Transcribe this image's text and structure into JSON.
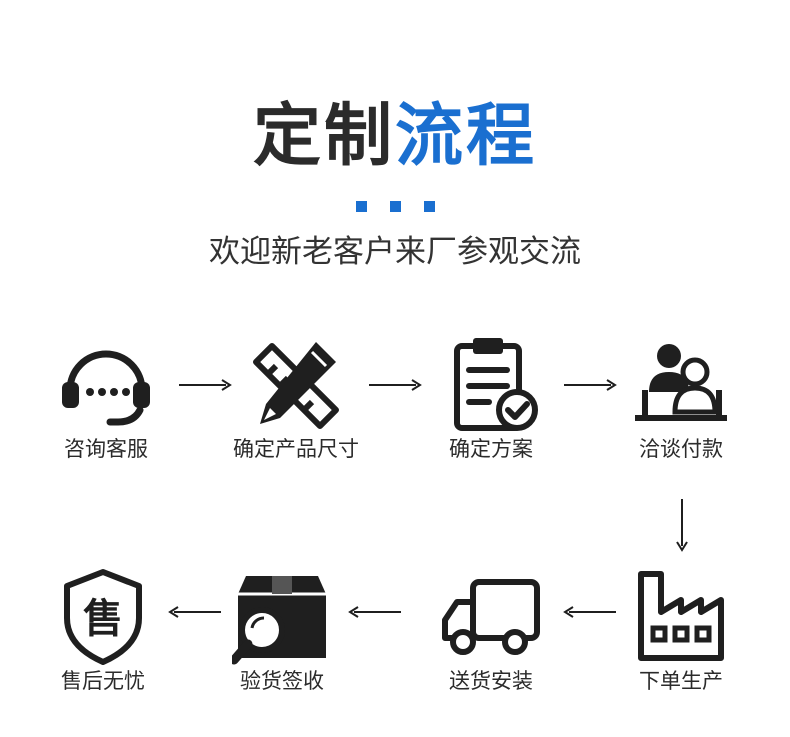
{
  "header": {
    "title_dark": "定制",
    "title_blue": "流程",
    "subtitle": "欢迎新老客户来厂参观交流"
  },
  "colors": {
    "accent": "#1a6fd0",
    "icon": "#1f1f1f",
    "text": "#2b2b2b"
  },
  "steps": [
    {
      "label": "咨询客服",
      "icon": "headset-icon"
    },
    {
      "label": "确定产品尺寸",
      "icon": "pencil-ruler-icon"
    },
    {
      "label": "确定方案",
      "icon": "clipboard-check-icon"
    },
    {
      "label": "洽谈付款",
      "icon": "meeting-icon"
    },
    {
      "label": "下单生产",
      "icon": "factory-icon"
    },
    {
      "label": "送货安装",
      "icon": "truck-icon"
    },
    {
      "label": "验货签收",
      "icon": "package-inspect-icon"
    },
    {
      "label": "售后无忧",
      "icon": "after-sale-shield-icon"
    }
  ],
  "after_sale_badge": "售"
}
